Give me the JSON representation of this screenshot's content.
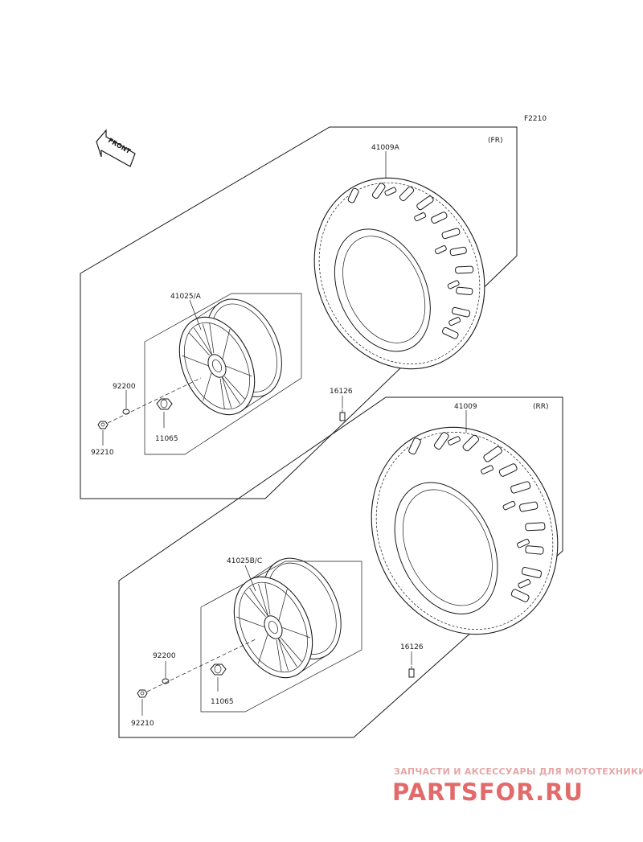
{
  "diagram_code": "F2210",
  "front_arrow": {
    "label": "FRONT"
  },
  "front_group": {
    "position_label": "(FR)",
    "parts": {
      "tire": "41009A",
      "wheel": "41025/A",
      "washer": "92200",
      "nut": "92210",
      "cap_nut": "11065",
      "valve": "16126"
    }
  },
  "rear_group": {
    "position_label": "(RR)",
    "parts": {
      "tire": "41009",
      "wheel": "41025B/C",
      "washer": "92200",
      "nut": "92210",
      "cap_nut": "11065",
      "valve": "16126"
    }
  },
  "watermark": {
    "line1": "ЗАПЧАСТИ И АКСЕССУАРЫ ДЛЯ МОТОТЕХНИКИ",
    "line2": "PARTSFOR.RU"
  }
}
